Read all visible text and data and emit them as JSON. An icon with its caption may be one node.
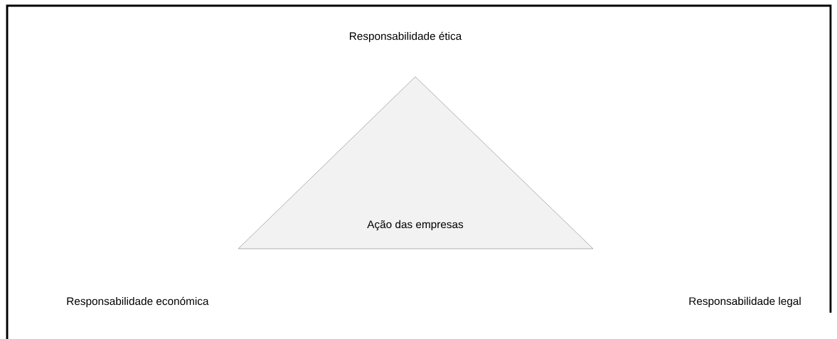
{
  "diagram": {
    "nodes": [
      {
        "text": [
          "Ação das empresas"
        ]
      }
    ],
    "labels": [
      "Responsabilidade ética",
      "Responsabilidade económica",
      "Responsabilidade legal"
    ]
  }
}
